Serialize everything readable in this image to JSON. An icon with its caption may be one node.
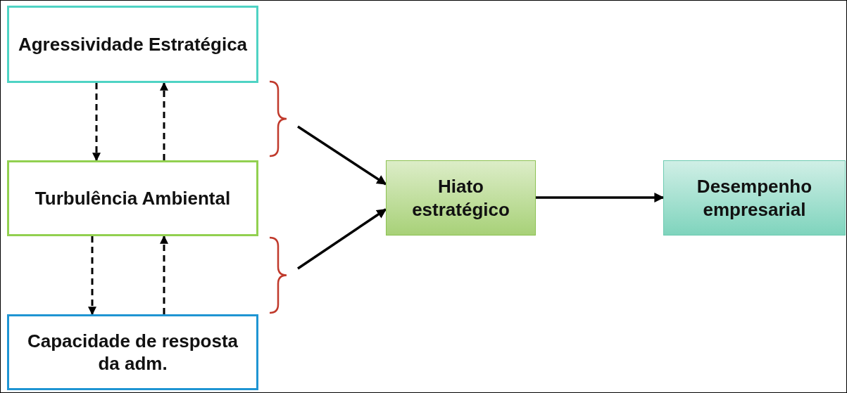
{
  "diagram": {
    "nodes": [
      {
        "text": [
          "Agressividade Estratégica"
        ]
      },
      {
        "text": [
          "Turbulência Ambiental"
        ]
      },
      {
        "text": [
          "Capacidade de resposta da adm."
        ]
      },
      {
        "text": [
          "Hiato estratégico"
        ]
      },
      {
        "text": [
          "Desempenho empresarial"
        ]
      }
    ],
    "edges": [
      {
        "from": 0,
        "to": 1,
        "arrow": "to",
        "style": "dashed"
      },
      {
        "from": 1,
        "to": 0,
        "arrow": "to",
        "style": "dashed"
      },
      {
        "from": 1,
        "to": 2,
        "arrow": "to",
        "style": "dashed"
      },
      {
        "from": 2,
        "to": 1,
        "arrow": "to",
        "style": "dashed"
      },
      {
        "from": null,
        "to": 3,
        "arrow": "to"
      },
      {
        "from": null,
        "to": 3,
        "arrow": "to"
      },
      {
        "from": 3,
        "to": 4,
        "arrow": "to"
      }
    ]
  }
}
